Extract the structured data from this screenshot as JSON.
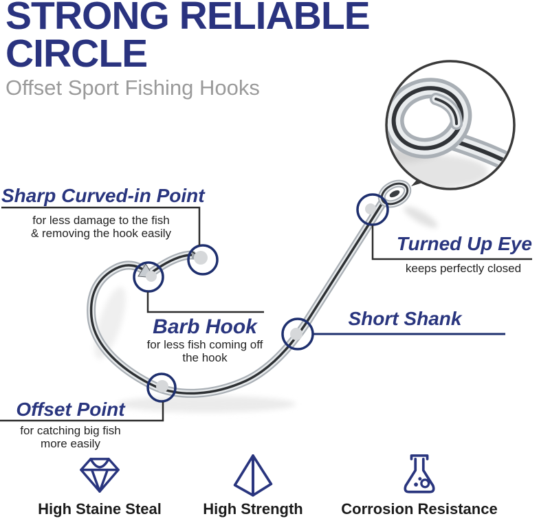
{
  "header": {
    "title_line1": "STRONG RELIABLE",
    "title_line2": "CIRCLE",
    "subtitle": "Offset Sport Fishing Hooks"
  },
  "callouts": {
    "sharp_point": {
      "label": "Sharp Curved-in Point",
      "desc_line1": "for less damage to the fish",
      "desc_line2": "& removing the hook easily"
    },
    "turned_up_eye": {
      "label": "Turned Up Eye",
      "desc_line1": "keeps perfectly closed"
    },
    "barb_hook": {
      "label": "Barb Hook",
      "desc_line1": "for less fish coming off",
      "desc_line2": "the hook"
    },
    "short_shank": {
      "label": "Short Shank"
    },
    "offset_point": {
      "label": "Offset Point",
      "desc_line1": "for catching big fish",
      "desc_line2": "more easily"
    }
  },
  "features": [
    {
      "icon": "diamond-icon",
      "label": "High Staine Steal"
    },
    {
      "icon": "pyramid-icon",
      "label": "High Strength"
    },
    {
      "icon": "flask-icon",
      "label": "Corrosion Resistance"
    }
  ],
  "colors": {
    "title_navy": "#2a337f",
    "accent_navy": "#29357e",
    "circle_navy": "#1e2f6e",
    "subtitle_gray": "#9a9a9a",
    "text_black": "#222222",
    "callout_line_black": "#2b2b2b",
    "marker_dot_gray": "#d6d8da"
  }
}
